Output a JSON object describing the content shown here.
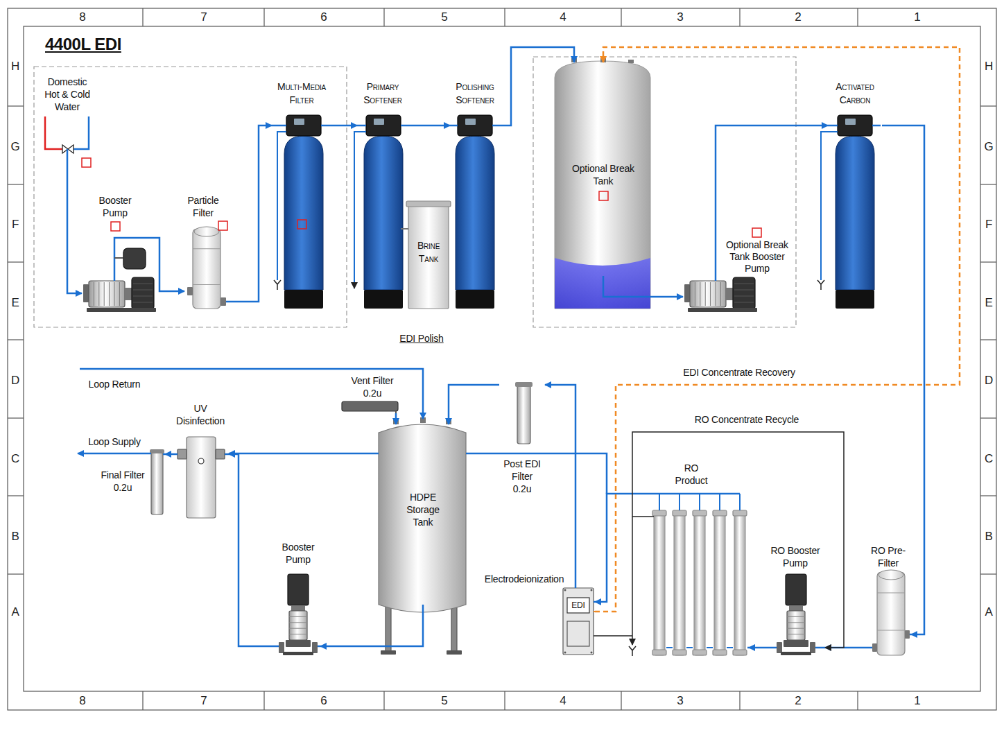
{
  "diagram": {
    "title": "4400L EDI",
    "nodes": [
      {
        "text": [
          "Domestic Hot & Cold Water"
        ]
      },
      {
        "text": [
          "Booster Pump"
        ]
      },
      {
        "text": [
          "Particle Filter"
        ]
      },
      {
        "text": [
          "Multi-Media Filter"
        ]
      },
      {
        "text": [
          "Primary Softener"
        ]
      },
      {
        "text": [
          "Brine Tank"
        ]
      },
      {
        "text": [
          "Polishing Softener"
        ]
      },
      {
        "text": [
          "Optional Break Tank"
        ]
      },
      {
        "text": [
          "Optional Break Tank Booster Pump"
        ]
      },
      {
        "text": [
          "Activated Carbon"
        ]
      },
      {
        "text": [
          "RO Pre-Filter"
        ]
      },
      {
        "text": [
          "RO Booster Pump"
        ]
      },
      {
        "text": [
          "RO Product"
        ]
      },
      {
        "text": [
          "Electrodeionization",
          "EDI"
        ]
      },
      {
        "text": [
          "Post EDI Filter",
          "0.2u"
        ]
      },
      {
        "text": [
          "HDPE Storage Tank"
        ]
      },
      {
        "text": [
          "Vent Filter",
          "0.2u"
        ]
      },
      {
        "text": [
          "Booster Pump"
        ]
      },
      {
        "text": [
          "UV Disinfection"
        ]
      },
      {
        "text": [
          "Final Filter",
          "0.2u"
        ]
      }
    ],
    "edges": [
      {
        "from": 0,
        "to": 1,
        "arrow": "to"
      },
      {
        "from": 1,
        "to": 2,
        "arrow": "to"
      },
      {
        "from": 2,
        "to": 3,
        "arrow": "to"
      },
      {
        "from": 3,
        "to": 4,
        "arrow": "to"
      },
      {
        "from": 4,
        "to": 6,
        "arrow": "to"
      },
      {
        "from": 6,
        "to": 7,
        "arrow": "to"
      },
      {
        "from": 7,
        "to": 8,
        "arrow": "to"
      },
      {
        "from": 8,
        "to": 9,
        "arrow": "to"
      },
      {
        "from": 9,
        "to": 10,
        "arrow": "to"
      },
      {
        "from": 10,
        "to": 11,
        "arrow": "to"
      },
      {
        "from": 11,
        "to": 12,
        "arrow": "to"
      },
      {
        "from": 12,
        "to": 13,
        "arrow": "to"
      },
      {
        "from": 13,
        "to": 14,
        "arrow": "to"
      },
      {
        "from": 14,
        "to": 15,
        "arrow": "to"
      },
      {
        "from": 16,
        "to": 15,
        "arrow": "to"
      },
      {
        "from": 15,
        "to": 17,
        "arrow": "to"
      },
      {
        "from": 17,
        "to": 18,
        "arrow": "to"
      },
      {
        "from": 15,
        "to": 18,
        "arrow": "to"
      },
      {
        "from": 18,
        "to": 19,
        "arrow": "to"
      },
      {
        "from": 13,
        "to": 7,
        "label": "EDI Concentrate Recovery",
        "arrow": "to"
      },
      {
        "from": 12,
        "to": 11,
        "label": "RO Concentrate Recycle",
        "arrow": "to"
      }
    ],
    "labels": [
      "EDI Polish",
      "Loop Return",
      "Loop Supply",
      "8",
      "7",
      "6",
      "5",
      "4",
      "3",
      "2",
      "1",
      "8",
      "7",
      "6",
      "5",
      "4",
      "3",
      "2",
      "1",
      "H",
      "G",
      "F",
      "E",
      "D",
      "C",
      "B",
      "A",
      "H",
      "G",
      "F",
      "E",
      "D",
      "C",
      "B",
      "A"
    ]
  }
}
